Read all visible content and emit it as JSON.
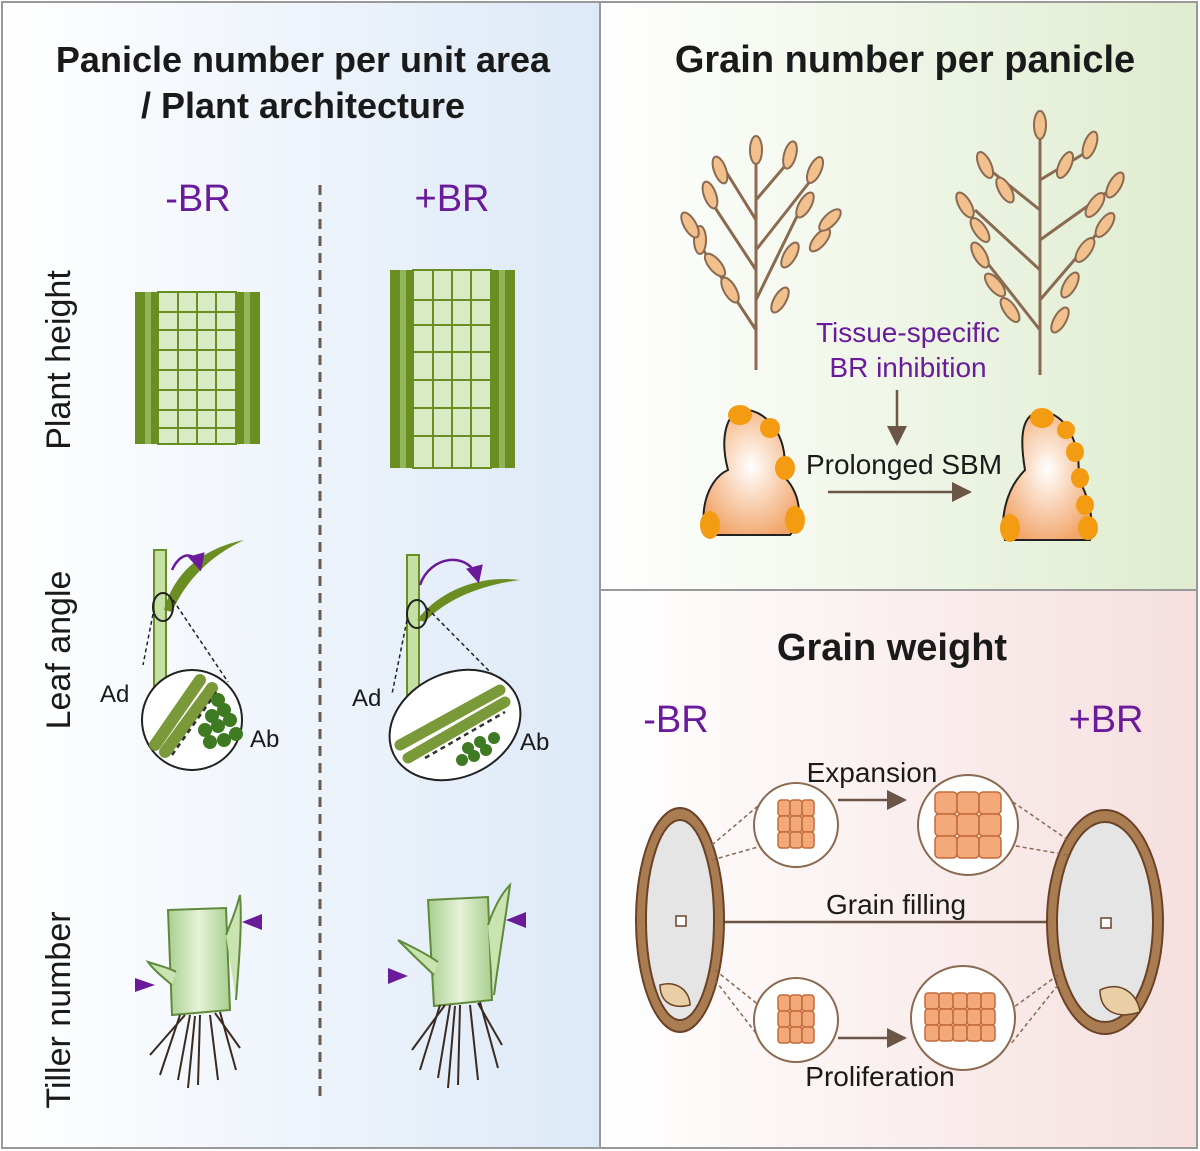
{
  "left_panel": {
    "title_line1": "Panicle number per unit area",
    "title_line2": "/ Plant architecture",
    "minus_label": "-BR",
    "plus_label": "+BR",
    "row_labels": [
      "Plant height",
      "Leaf angle",
      "Tiller number"
    ],
    "adaxial_label": "Ad",
    "abaxial_label": "Ab"
  },
  "top_right_panel": {
    "title": "Grain number per panicle",
    "inhibition_line1": "Tissue-specific",
    "inhibition_line2": "BR inhibition",
    "sbm_label": "Prolonged SBM"
  },
  "bottom_right_panel": {
    "title": "Grain weight",
    "minus_label": "-BR",
    "plus_label": "+BR",
    "expansion_label": "Expansion",
    "filling_label": "Grain filling",
    "proliferation_label": "Proliferation"
  },
  "colors": {
    "stem_dark": "#6b8e23",
    "stem_light": "#c5e0a5",
    "purple": "#6a1b9a",
    "orange": "#f39c12",
    "cell": "#f4a97a",
    "husk": "#8b5a2b"
  }
}
